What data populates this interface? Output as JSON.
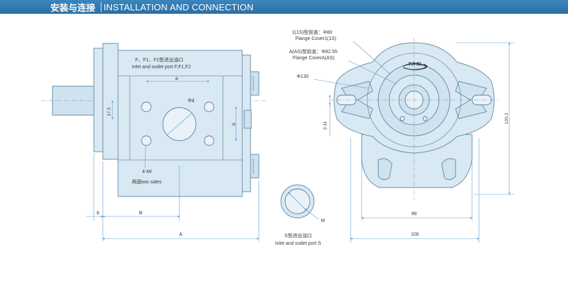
{
  "header": {
    "title_cn": "安装与连接",
    "title_en": "INSTALLATION  AND CONNECTION"
  },
  "side_view": {
    "port_title_cn": "F、F1、F2型进出油口",
    "port_title_en": "Inlet and outlet port F,F1,F2",
    "dim_a": "a",
    "dim_phi_d": "Φd",
    "dim_b": "b",
    "dim_17": "17.5",
    "holes_label": "4-MI",
    "two_sides": "两面two sides",
    "dim_6": "6",
    "dim_B": "B",
    "dim_A": "A"
  },
  "port_s": {
    "dim_M": "M",
    "caption_cn": "S型进出油口",
    "caption_en": "Inlet and outlet port S"
  },
  "front_view": {
    "flange1_cn": "1(1S)型前盖：Φ80",
    "flange1_en": "Flange Cover1(1S)",
    "flangeA_cn": "A(AS)型前盖：Φ82.55",
    "flangeA_en": "Flange CoverA(AS)",
    "dim_phi130": "Φ130",
    "rotation": "TJHD",
    "dim_2_11": "2-11",
    "dim_120_3": "120.3",
    "dim_88": "88",
    "dim_106": "106"
  }
}
